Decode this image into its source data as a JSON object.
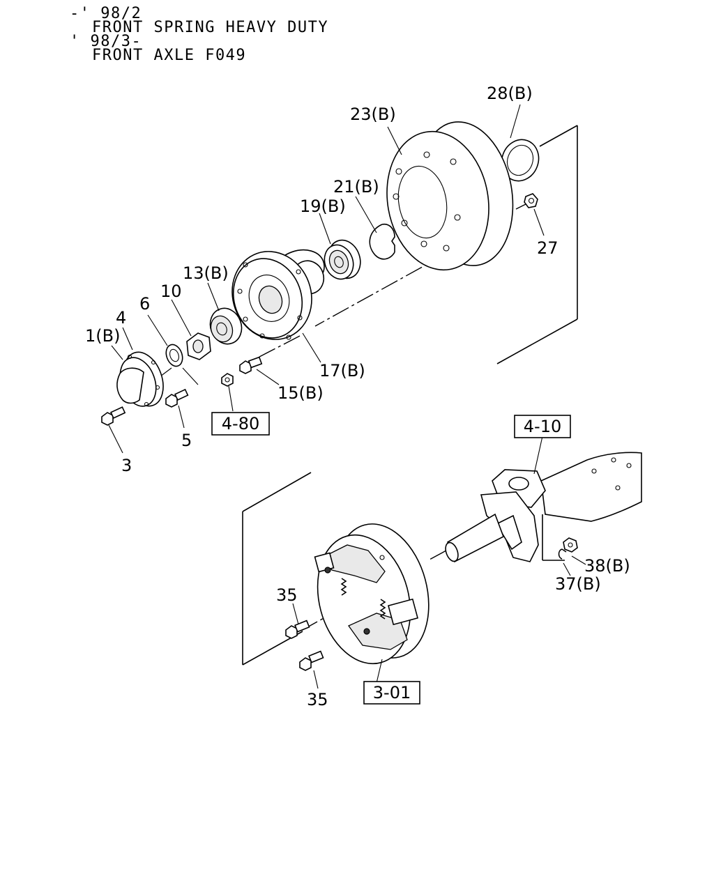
{
  "header": {
    "line1": "-' 98/2",
    "line2": "FRONT SPRING HEAVY DUTY",
    "line3": "' 98/3-",
    "line4": "FRONT AXLE F049"
  },
  "parts": {
    "p1": "1(B)",
    "p3": "3",
    "p4": "4",
    "p5": "5",
    "p6": "6",
    "p10": "10",
    "p13": "13(B)",
    "p15": "15(B)",
    "p17": "17(B)",
    "p19": "19(B)",
    "p21": "21(B)",
    "p23": "23(B)",
    "p27": "27",
    "p28": "28(B)",
    "p35a": "35",
    "p35b": "35",
    "p37": "37(B)",
    "p38": "38(B)"
  },
  "refs": {
    "r480": "4-80",
    "r410": "4-10",
    "r301": "3-01"
  }
}
